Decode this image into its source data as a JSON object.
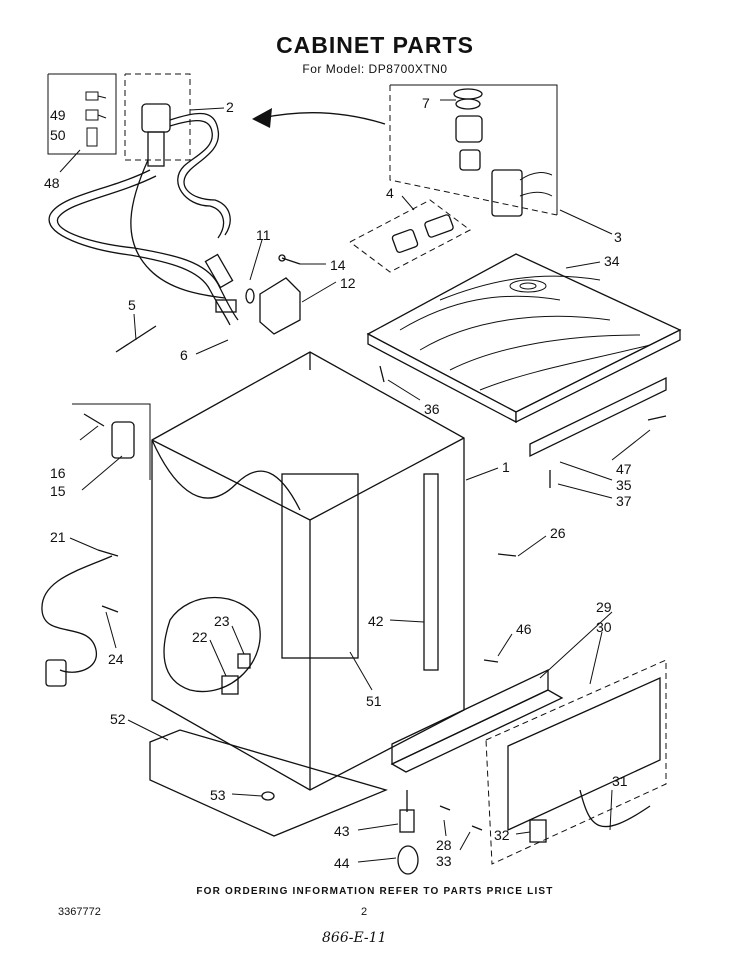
{
  "header": {
    "title": "CABINET PARTS",
    "subtitle": "For Model: DP8700XTN0"
  },
  "callouts": [
    {
      "id": "c2",
      "text": "2"
    },
    {
      "id": "c49",
      "text": "49"
    },
    {
      "id": "c50",
      "text": "50"
    },
    {
      "id": "c48",
      "text": "48"
    },
    {
      "id": "c7",
      "text": "7"
    },
    {
      "id": "c4",
      "text": "4"
    },
    {
      "id": "c3",
      "text": "3"
    },
    {
      "id": "c34",
      "text": "34"
    },
    {
      "id": "c11",
      "text": "11"
    },
    {
      "id": "c14",
      "text": "14"
    },
    {
      "id": "c12",
      "text": "12"
    },
    {
      "id": "c5",
      "text": "5"
    },
    {
      "id": "c6",
      "text": "6"
    },
    {
      "id": "c36",
      "text": "36"
    },
    {
      "id": "c16",
      "text": "16"
    },
    {
      "id": "c15",
      "text": "15"
    },
    {
      "id": "c1",
      "text": "1"
    },
    {
      "id": "c47",
      "text": "47"
    },
    {
      "id": "c35",
      "text": "35"
    },
    {
      "id": "c37",
      "text": "37"
    },
    {
      "id": "c21",
      "text": "21"
    },
    {
      "id": "c26",
      "text": "26"
    },
    {
      "id": "c29",
      "text": "29"
    },
    {
      "id": "c30",
      "text": "30"
    },
    {
      "id": "c42",
      "text": "42"
    },
    {
      "id": "c46",
      "text": "46"
    },
    {
      "id": "c23",
      "text": "23"
    },
    {
      "id": "c22",
      "text": "22"
    },
    {
      "id": "c24",
      "text": "24"
    },
    {
      "id": "c51",
      "text": "51"
    },
    {
      "id": "c52",
      "text": "52"
    },
    {
      "id": "c31",
      "text": "31"
    },
    {
      "id": "c53",
      "text": "53"
    },
    {
      "id": "c43",
      "text": "43"
    },
    {
      "id": "c28",
      "text": "28"
    },
    {
      "id": "c32",
      "text": "32"
    },
    {
      "id": "c44",
      "text": "44"
    },
    {
      "id": "c33",
      "text": "33"
    }
  ],
  "footer": {
    "note": "FOR ORDERING INFORMATION REFER TO PARTS PRICE LIST",
    "doc_number": "3367772",
    "page_number": "2",
    "handwritten": "866-E-11"
  }
}
